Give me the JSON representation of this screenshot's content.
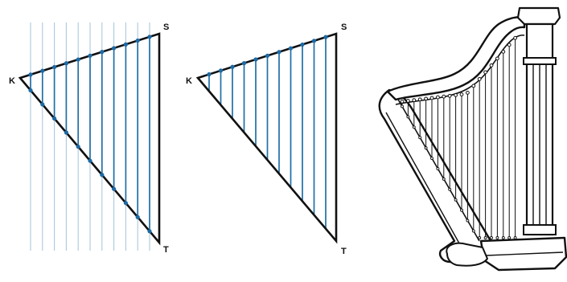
{
  "colors": {
    "outline": "#111111",
    "string": "#1f6fa8",
    "guide": "#a9c9de",
    "dot": "#1c6aa5",
    "harp_fill": "#ffffff"
  },
  "panels": [
    {
      "id": "left",
      "vertices": {
        "k": "K",
        "s": "S",
        "t": "T"
      },
      "string_count": 11,
      "show_guides": true,
      "show_bottom_dots": true
    },
    {
      "id": "middle",
      "vertices": {
        "k": "K",
        "s": "S",
        "t": "T"
      },
      "string_count": 11,
      "show_guides": false,
      "show_bottom_dots": false
    }
  ],
  "harp": {
    "icon": "harp-icon",
    "string_count": 20
  }
}
